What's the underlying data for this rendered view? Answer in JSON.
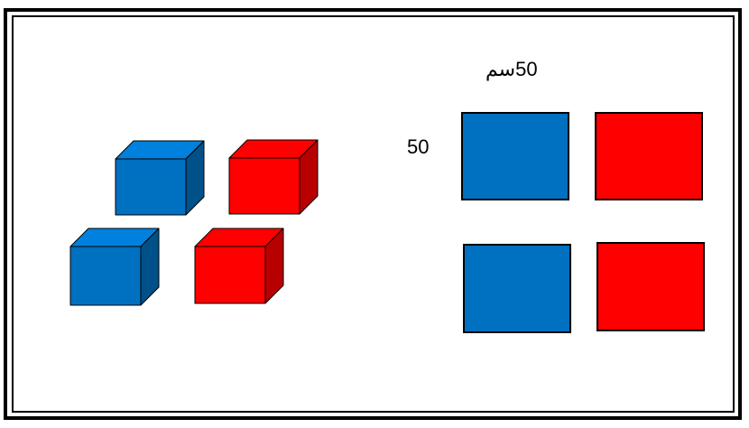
{
  "labels": {
    "width": "50سم",
    "height": "50"
  },
  "colors": {
    "blue": "#0070c0",
    "red": "#ff0000",
    "outline": "#000000",
    "background": "#ffffff"
  },
  "cubes": [
    {
      "name": "cube-blue-back",
      "color": "blue"
    },
    {
      "name": "cube-red-back",
      "color": "red"
    },
    {
      "name": "cube-blue-front",
      "color": "blue"
    },
    {
      "name": "cube-red-front",
      "color": "red"
    }
  ],
  "squares": [
    {
      "name": "square-blue-top",
      "color": "blue"
    },
    {
      "name": "square-red-top",
      "color": "red"
    },
    {
      "name": "square-blue-bottom",
      "color": "blue"
    },
    {
      "name": "square-red-bottom",
      "color": "red"
    }
  ]
}
